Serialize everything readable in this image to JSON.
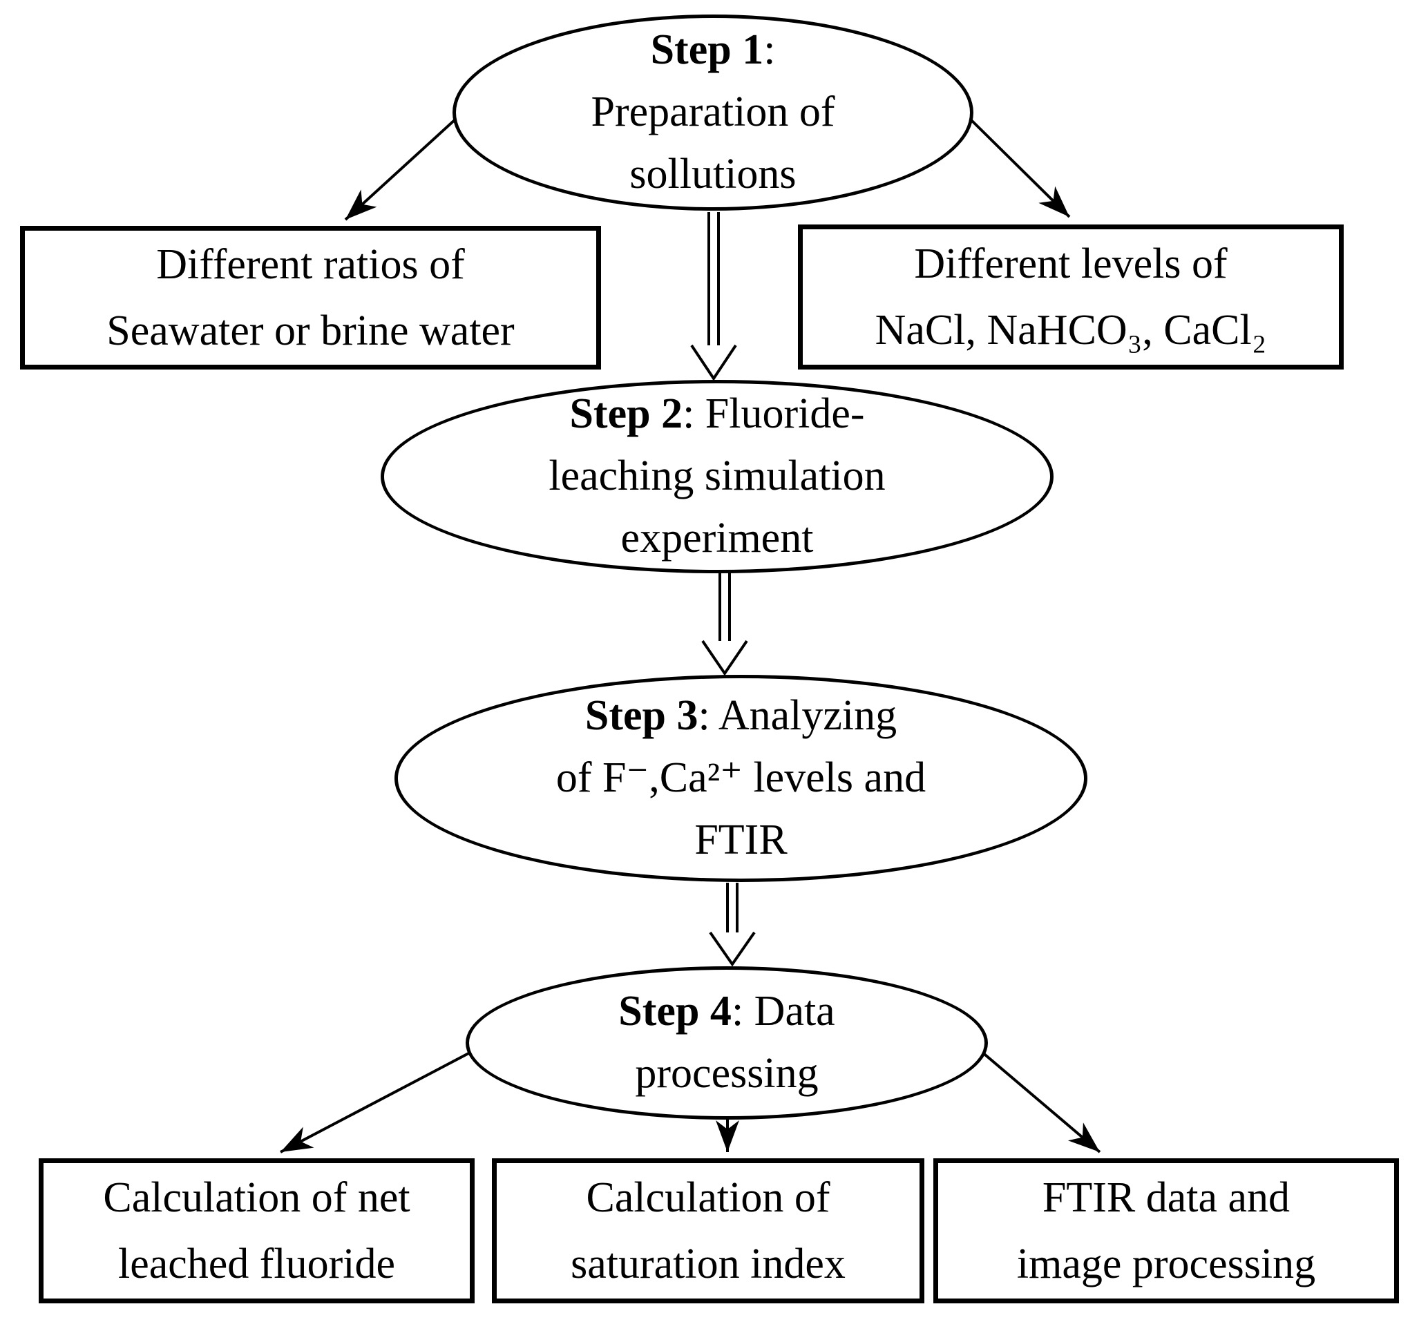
{
  "diagram": {
    "title_none_visible": "",
    "colors": {
      "background": "#ffffff",
      "stroke": "#000000",
      "text": "#000000"
    },
    "nodes": {
      "step1": {
        "shape": "ellipse",
        "lines": [
          {
            "b": "Step 1",
            "t": ":"
          },
          {
            "t": "Preparation of"
          },
          {
            "t": "sollutions"
          }
        ]
      },
      "box_seawater": {
        "shape": "rect",
        "lines": [
          {
            "t": "Different ratios of"
          },
          {
            "t": "Seawater or brine water"
          }
        ]
      },
      "box_salts": {
        "shape": "rect",
        "lines": [
          {
            "t": "Different levels of"
          },
          {
            "t": "NaCl, NaHCO₃, CaCl₂"
          }
        ]
      },
      "step2": {
        "shape": "ellipse",
        "lines": [
          {
            "b": "Step 2",
            "t": ": Fluoride-"
          },
          {
            "t": "leaching simulation"
          },
          {
            "t": "experiment"
          }
        ]
      },
      "step3": {
        "shape": "ellipse",
        "lines": [
          {
            "b": "Step 3",
            "t": ": Analyzing"
          },
          {
            "t": "of F⁻,Ca²⁺ levels and"
          },
          {
            "t": "FTIR"
          }
        ]
      },
      "step4": {
        "shape": "ellipse",
        "lines": [
          {
            "b": "Step 4",
            "t": ": Data"
          },
          {
            "t": "processing"
          }
        ]
      },
      "box_net_fluoride": {
        "shape": "rect",
        "lines": [
          {
            "t": "Calculation of net"
          },
          {
            "t": "leached fluoride"
          }
        ]
      },
      "box_saturation": {
        "shape": "rect",
        "lines": [
          {
            "t": "Calculation of"
          },
          {
            "t": "saturation index"
          }
        ]
      },
      "box_ftir": {
        "shape": "rect",
        "lines": [
          {
            "t": "FTIR data and"
          },
          {
            "t": "image processing"
          }
        ]
      }
    },
    "edges": [
      {
        "from": "step1",
        "to": "box_seawater",
        "style": "solid-arrow"
      },
      {
        "from": "step1",
        "to": "box_salts",
        "style": "solid-arrow"
      },
      {
        "from": "step1",
        "to": "step2",
        "style": "double-line-arrow"
      },
      {
        "from": "step2",
        "to": "step3",
        "style": "double-line-arrow"
      },
      {
        "from": "step3",
        "to": "step4",
        "style": "double-line-arrow"
      },
      {
        "from": "step4",
        "to": "box_net_fluoride",
        "style": "solid-arrow"
      },
      {
        "from": "step4",
        "to": "box_saturation",
        "style": "solid-arrow"
      },
      {
        "from": "step4",
        "to": "box_ftir",
        "style": "solid-arrow"
      }
    ]
  }
}
